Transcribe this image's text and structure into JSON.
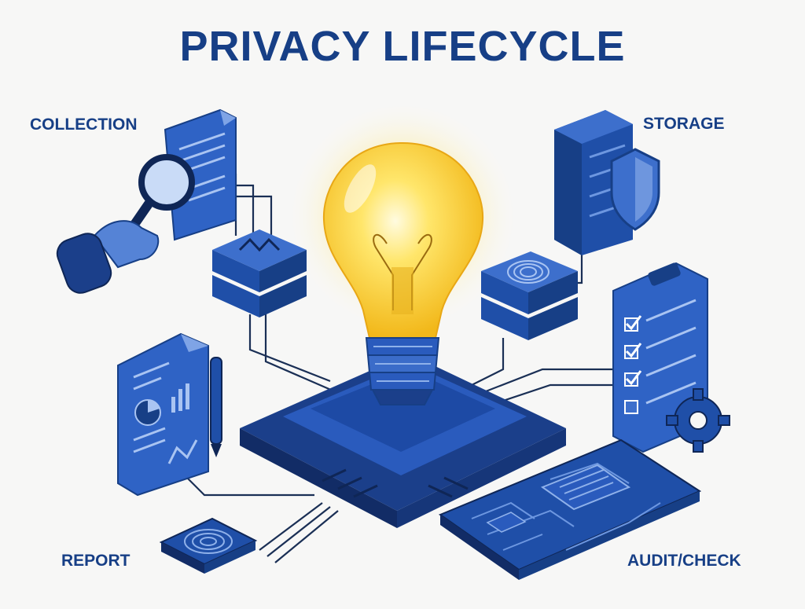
{
  "title": "PRIVACY LIFECYCLE",
  "stages": {
    "collection": "COLLECTION",
    "storage": "STORAGE",
    "report": "REPORT",
    "audit": "AUDIT/CHECK"
  },
  "icons": {
    "center": "lightbulb-icon",
    "collection": "magnifying-glass-document-icon",
    "storage": "server-shield-icon",
    "report": "report-document-icon",
    "audit": "checklist-clipboard-icon",
    "fingerprint": "fingerprint-server-icon",
    "circuit": "circuit-board-icon"
  },
  "colors": {
    "primary_blue": "#1f4fa8",
    "dark_blue": "#173f86",
    "bulb_yellow": "#f7cb2f"
  }
}
